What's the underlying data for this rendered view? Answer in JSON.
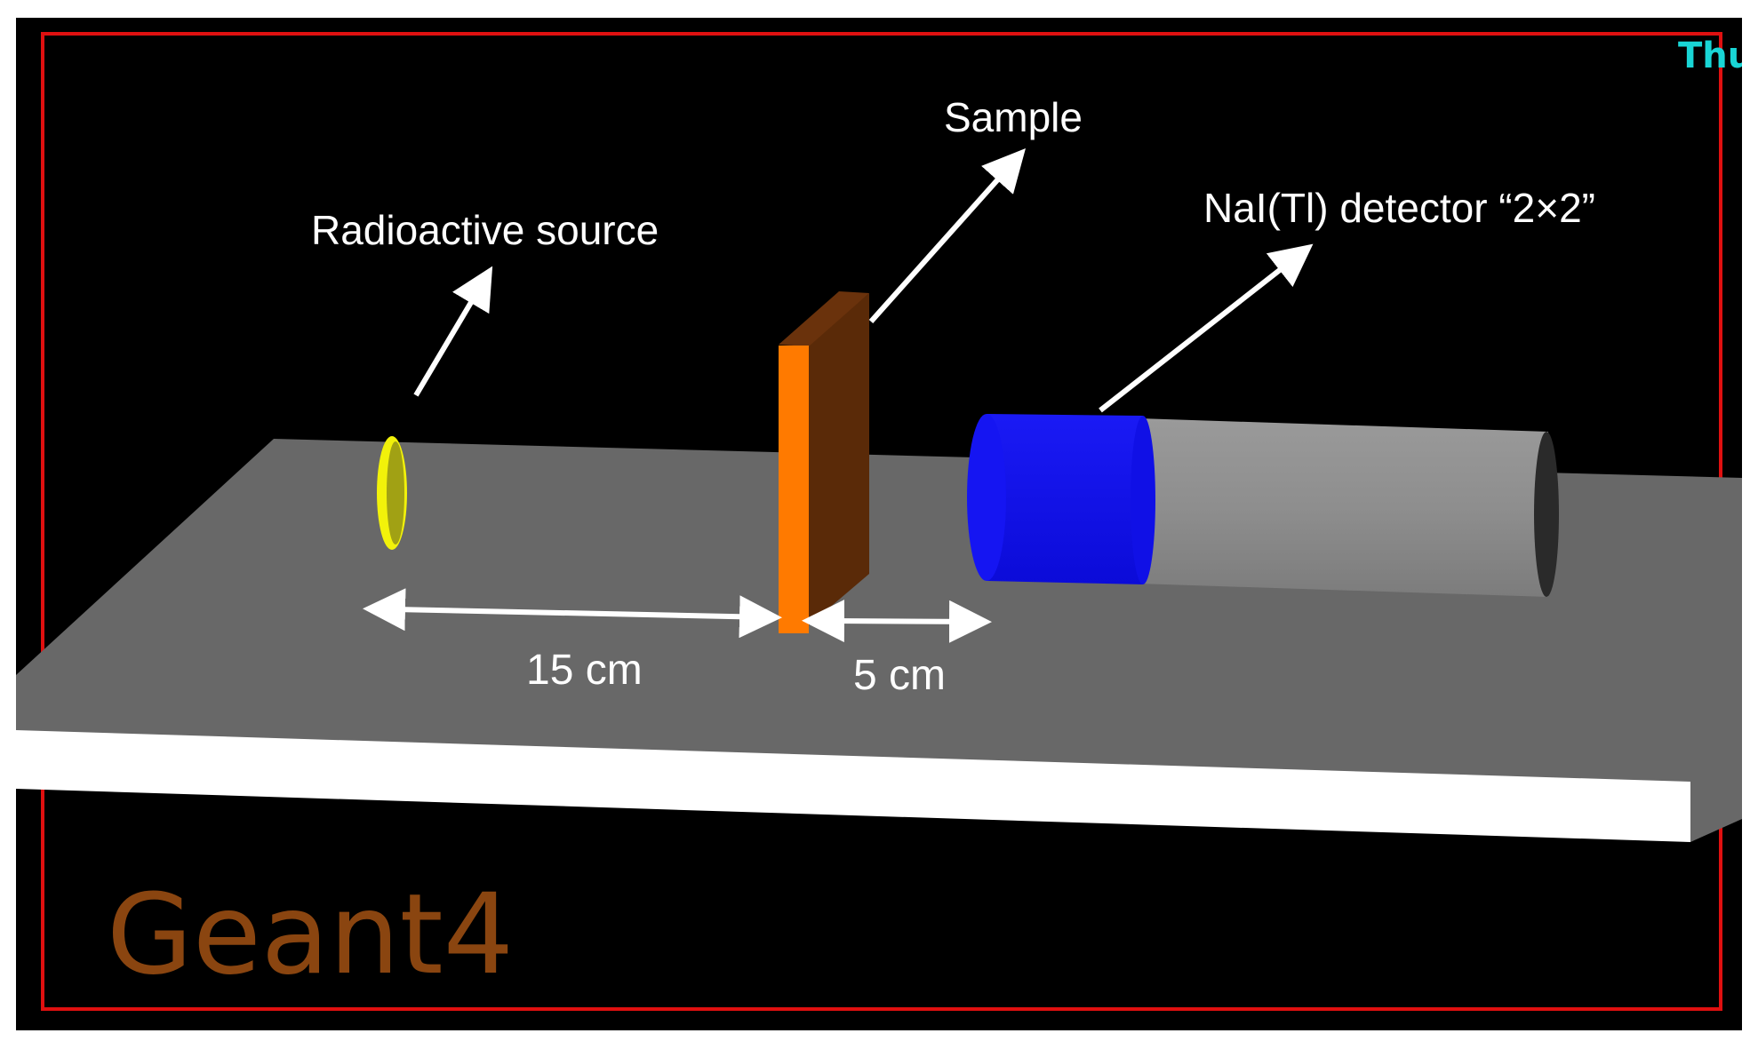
{
  "labels": {
    "source": "Radioactive source",
    "sample": "Sample",
    "detector": "NaI(Tl) detector “2×2”"
  },
  "distances": {
    "source_to_sample": "15 cm",
    "sample_to_detector": "5 cm"
  },
  "brand": "Geant4",
  "corner_text": "Thu",
  "colors": {
    "background": "#000000",
    "frame": "#e01010",
    "table_top": "#686868",
    "table_edge": "#ffffff",
    "source": "#f2f20a",
    "sample_front": "#ff7a00",
    "sample_side": "#5a2a08",
    "crystal": "#1010f0",
    "detector_body": "#8e8e8e",
    "brand": "#8a4510",
    "corner_text": "#19d6d6"
  }
}
